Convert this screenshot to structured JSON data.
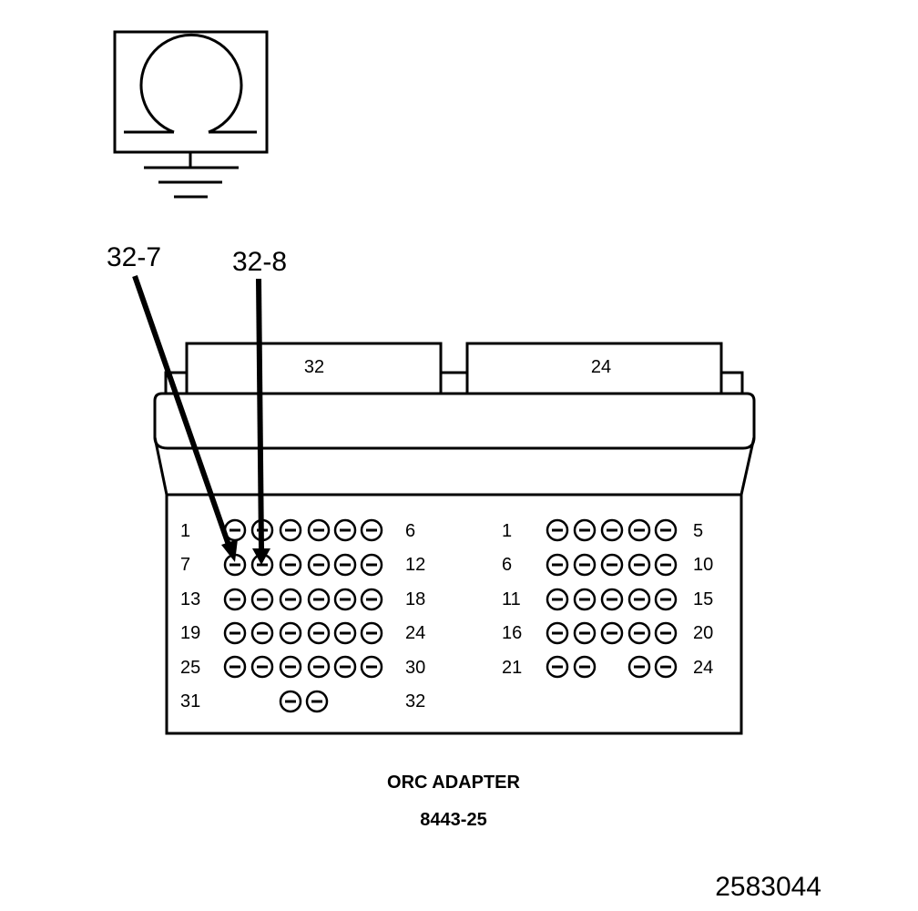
{
  "meter": {
    "symbol": "ohm-icon"
  },
  "probes": {
    "probe_a": "32-7",
    "probe_b": "32-8"
  },
  "connectors": {
    "left_tab": "32",
    "right_tab": "24",
    "left": {
      "rows": [
        {
          "start": "1",
          "end": "6"
        },
        {
          "start": "7",
          "end": "12"
        },
        {
          "start": "13",
          "end": "18"
        },
        {
          "start": "19",
          "end": "24"
        },
        {
          "start": "25",
          "end": "30"
        },
        {
          "start": "31",
          "end": "32"
        }
      ]
    },
    "right": {
      "rows": [
        {
          "start": "1",
          "end": "5"
        },
        {
          "start": "6",
          "end": "10"
        },
        {
          "start": "11",
          "end": "15"
        },
        {
          "start": "16",
          "end": "20"
        },
        {
          "start": "21",
          "end": "24"
        }
      ]
    }
  },
  "caption": {
    "title": "ORC ADAPTER",
    "part": "8443-25"
  },
  "figure_id": "2583044"
}
